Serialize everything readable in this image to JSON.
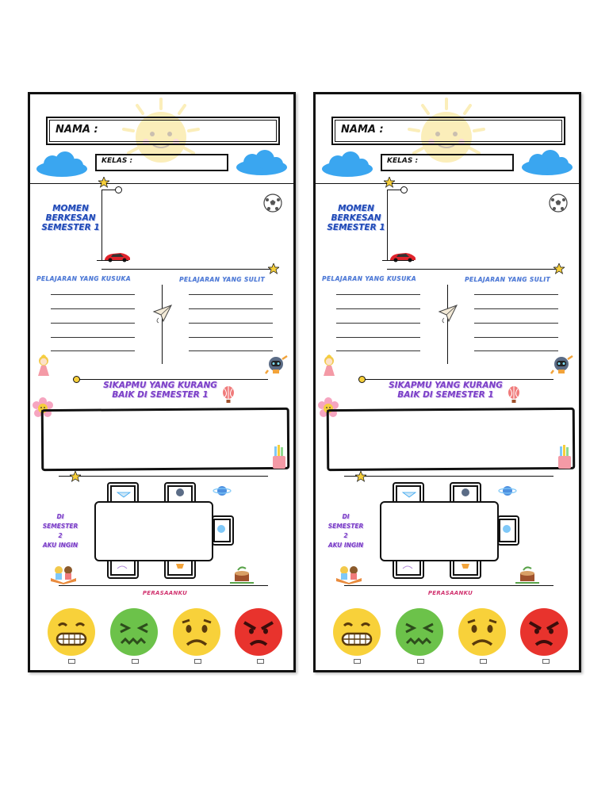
{
  "cards": [
    {
      "id": "left",
      "nama_label": "NAMA :",
      "kelas_label": "KELAS :",
      "momen_title": [
        "MOMEN",
        "BERKESAN",
        "SEMESTER 1"
      ],
      "easy_subject_label": "PELAJARAN YANG KUSUKA",
      "hard_subject_label": "PELAJARAN YANG SULIT",
      "attitude_title": [
        "SIKAPMU YANG KURANG",
        "BAIK DI SEMESTER 1"
      ],
      "semester2_label": [
        "DI",
        "SEMESTER",
        "2",
        "AKU INGIN"
      ],
      "feelings_label": "PERASAANKU"
    },
    {
      "id": "right",
      "nama_label": "NAMA :",
      "kelas_label": "KELAS :",
      "momen_title": [
        "MOMEN",
        "BERKESAN",
        "SEMESTER 1"
      ],
      "easy_subject_label": "PELAJARAN YANG KUSUKA",
      "hard_subject_label": "PELAJARAN YANG SULIT",
      "attitude_title": [
        "SIKAPMU YANG KURANG",
        "BAIK DI SEMESTER 1"
      ],
      "semester2_label": [
        "DI",
        "SEMESTER",
        "2",
        "AKU INGIN"
      ],
      "feelings_label": "PERASAANKU"
    }
  ],
  "emotions": [
    "happy-grin-emoji",
    "sick-green-emoji",
    "sad-yellow-emoji",
    "angry-red-emoji"
  ],
  "colors": {
    "title_blue": "#1f49b6",
    "subhead_blue": "#4d79d6",
    "purple": "#7b3fc7",
    "cloud": "#3aa6f0",
    "sun": "#f6cf3b"
  }
}
